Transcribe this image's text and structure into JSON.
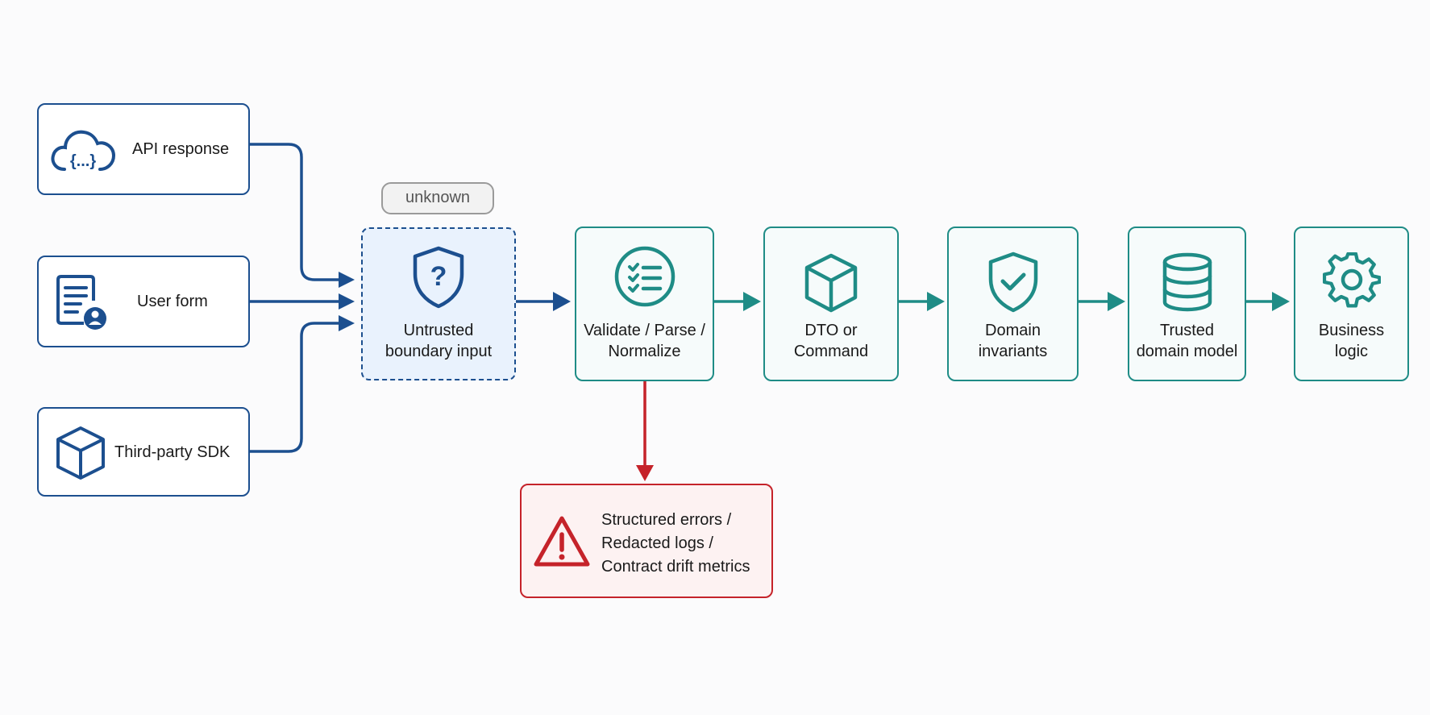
{
  "sources": [
    {
      "id": "api",
      "label": "API response",
      "icon": "cloud-json-icon"
    },
    {
      "id": "form",
      "label": "User form",
      "icon": "form-user-icon"
    },
    {
      "id": "sdk",
      "label": "Third-party SDK",
      "icon": "cube-icon"
    }
  ],
  "boundary": {
    "tag": "unknown",
    "line1": "Untrusted",
    "line2": "boundary input",
    "icon": "shield-question-icon"
  },
  "stages": [
    {
      "line1": "Validate / Parse /",
      "line2": "Normalize",
      "icon": "checklist-icon"
    },
    {
      "line1": "DTO or",
      "line2": "Command",
      "icon": "cube-icon"
    },
    {
      "line1": "Domain",
      "line2": "invariants",
      "icon": "shield-check-icon"
    },
    {
      "line1": "Trusted",
      "line2": "domain model",
      "icon": "database-icon"
    },
    {
      "line1": "Business",
      "line2": "logic",
      "icon": "gear-icon"
    }
  ],
  "errors": {
    "line1": "Structured errors /",
    "line2": "Redacted logs /",
    "line3": "Contract drift metrics",
    "icon": "warning-icon"
  },
  "colors": {
    "navy": "#1c4f8f",
    "teal": "#1f8c86",
    "red": "#c5232a",
    "light_blue": "#e9f2fd"
  }
}
